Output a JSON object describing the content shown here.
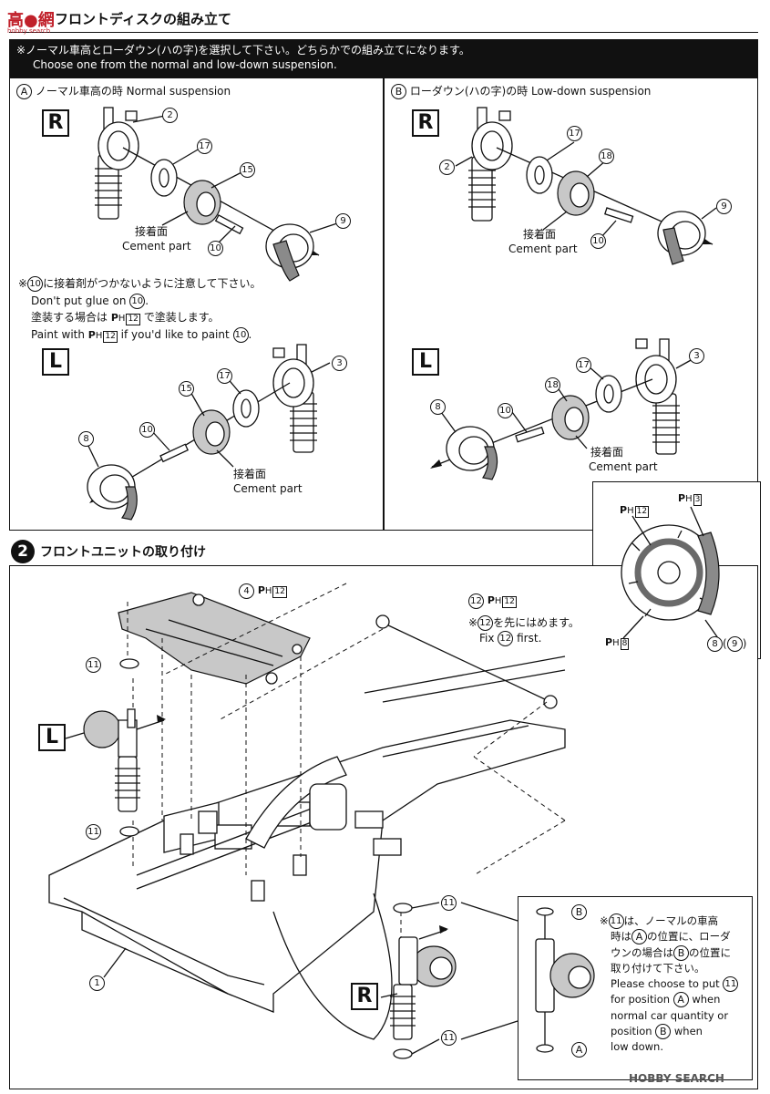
{
  "header": {
    "logo": "高●網",
    "logo_sub": "hobby search",
    "step1_title": "フロントディスクの組み立て"
  },
  "notice": {
    "jp": "※ノーマル車高とローダウン(ハの字)を選択して下さい。どちらかでの組み立てになります。",
    "en": "Choose one from the normal and low-down suspension."
  },
  "panelA": {
    "marker": "A",
    "title": "ノーマル車高の時 Normal suspension",
    "side_r": "R",
    "side_l": "L",
    "parts_r": [
      "2",
      "17",
      "15",
      "9",
      "10"
    ],
    "parts_l": [
      "3",
      "17",
      "15",
      "10",
      "8"
    ],
    "cement_jp": "接着面",
    "cement_en": "Cement part",
    "note_jp_1": "※",
    "note_jp_1b": "に接着剤がつかないように注意して下さい。",
    "note_en_1": "Don't put glue on",
    "note_jp_2": "塗装する場合は",
    "note_jp_2b": "で塗装します。",
    "note_en_2a": "Paint with",
    "note_en_2b": "if you'd like to paint",
    "ph_color": "12",
    "part_ref": "10"
  },
  "panelB": {
    "marker": "B",
    "title": "ローダウン(ハの字)の時 Low-down suspension",
    "side_r": "R",
    "side_l": "L",
    "parts_r": [
      "2",
      "17",
      "18",
      "9",
      "10"
    ],
    "parts_l": [
      "3",
      "17",
      "18",
      "10",
      "8"
    ],
    "cement_jp": "接着面",
    "cement_en": "Cement part"
  },
  "paint_detail": {
    "ph_disc": "12",
    "ph_caliper": "3",
    "ph_hub": "8",
    "part_label": "8",
    "part_label_alt": "9"
  },
  "step2": {
    "number": "2",
    "title": "フロントユニットの取り付け",
    "part4": "4",
    "part4_ph": "12",
    "part12": "12",
    "part12_ph": "12",
    "note12_jp_a": "※",
    "note12_jp_b": "を先にはめます。",
    "note12_en_a": "Fix",
    "note12_en_b": "first.",
    "part11": "11",
    "part1": "1",
    "side_l": "L",
    "side_r": "R",
    "colors": {
      "ink": "#111111",
      "gray": "#c8c8c8"
    }
  },
  "inset": {
    "label_a": "A",
    "label_b": "B",
    "note_jp_1": "※",
    "note_jp_2": "は、ノーマルの車高",
    "note_jp_3": "時は",
    "note_jp_4": "の位置に、ローダ",
    "note_jp_5": "ウンの場合は",
    "note_jp_6": "の位置に",
    "note_jp_7": "取り付けて下さい。",
    "en_1": "Please choose to put",
    "en_2": "for position",
    "en_3": "when",
    "en_4": "normal car quantity or",
    "en_5": "position",
    "en_6": "when",
    "en_7": "low down."
  },
  "watermark": "HOBBY SEARCH"
}
